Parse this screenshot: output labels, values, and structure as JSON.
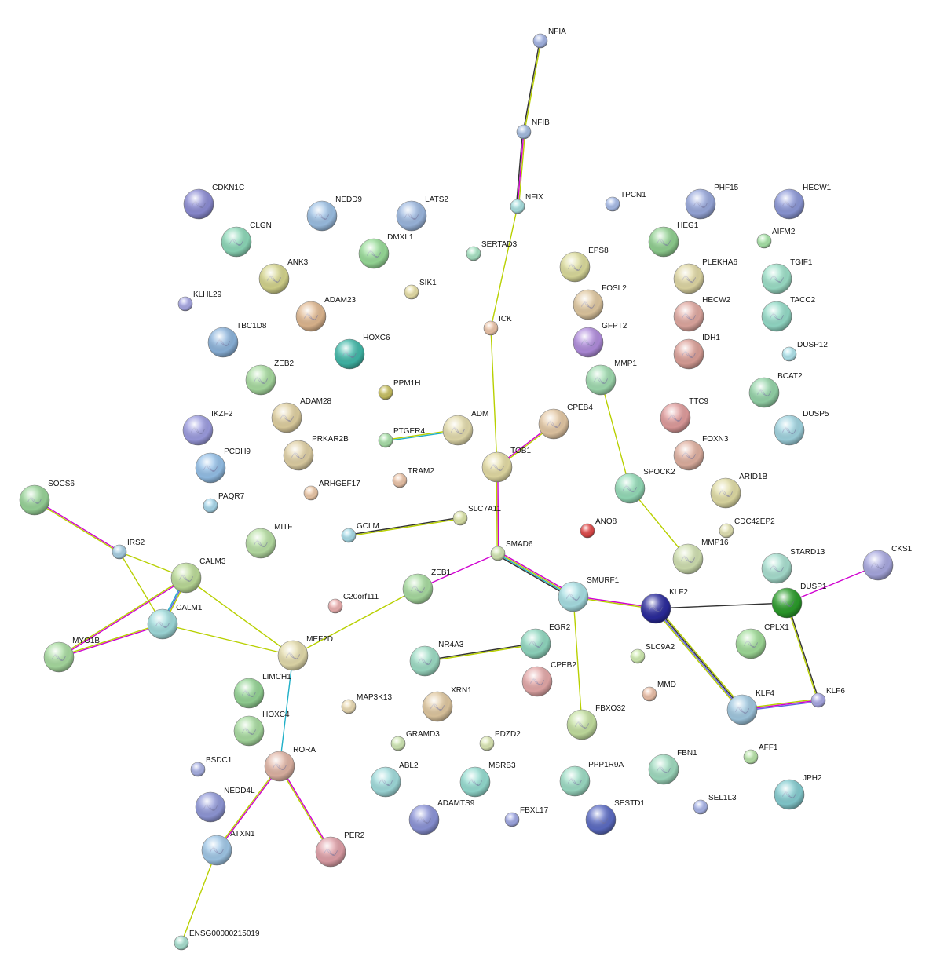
{
  "network": {
    "nodes": [
      {
        "id": "NFIA",
        "color": "#a4b4e4"
      },
      {
        "id": "NFIB",
        "color": "#a4bce0"
      },
      {
        "id": "NFIX",
        "color": "#a8e0e0"
      },
      {
        "id": "TPCN1",
        "color": "#a8bce8"
      },
      {
        "id": "CDKN1C",
        "color": "#8c8cd4"
      },
      {
        "id": "NEDD9",
        "color": "#9cc0e4"
      },
      {
        "id": "LATS2",
        "color": "#9cb8e0"
      },
      {
        "id": "PHF15",
        "color": "#98a8dc"
      },
      {
        "id": "HECW1",
        "color": "#8c98d8"
      },
      {
        "id": "CLGN",
        "color": "#8cd8b8"
      },
      {
        "id": "DMXL1",
        "color": "#98dc98"
      },
      {
        "id": "HEG1",
        "color": "#90d090"
      },
      {
        "id": "AIFM2",
        "color": "#a8e4a8"
      },
      {
        "id": "SERTAD3",
        "color": "#a8e4c4"
      },
      {
        "id": "EPS8",
        "color": "#dcdc9c"
      },
      {
        "id": "ANK3",
        "color": "#d4d48c"
      },
      {
        "id": "PLEKHA6",
        "color": "#e0d8a4"
      },
      {
        "id": "TGIF1",
        "color": "#9ce0c8"
      },
      {
        "id": "KLHL29",
        "color": "#a8a8e4"
      },
      {
        "id": "SIK1",
        "color": "#e8e0a8"
      },
      {
        "id": "FOSL2",
        "color": "#e0c8a0"
      },
      {
        "id": "ADAM23",
        "color": "#e0b890"
      },
      {
        "id": "HECW2",
        "color": "#e0a8a0"
      },
      {
        "id": "TACC2",
        "color": "#94dcc8"
      },
      {
        "id": "ICK",
        "color": "#ecc4a8"
      },
      {
        "id": "TBC1D8",
        "color": "#8cb4dc"
      },
      {
        "id": "GFPT2",
        "color": "#b08cdc"
      },
      {
        "id": "IDH1",
        "color": "#dca098"
      },
      {
        "id": "HOXC6",
        "color": "#40b8a8"
      },
      {
        "id": "DUSP12",
        "color": "#b0e4ec"
      },
      {
        "id": "ZEB2",
        "color": "#a8dca0"
      },
      {
        "id": "MMP1",
        "color": "#a0dcb0"
      },
      {
        "id": "BCAT2",
        "color": "#94d4a8"
      },
      {
        "id": "PPM1H",
        "color": "#c8c060"
      },
      {
        "id": "ADAM28",
        "color": "#e0d0a0"
      },
      {
        "id": "TTC9",
        "color": "#e09c9c"
      },
      {
        "id": "CPEB4",
        "color": "#e4c8a4"
      },
      {
        "id": "IKZF2",
        "color": "#9c9ce0"
      },
      {
        "id": "DUSP5",
        "color": "#a0d4e0"
      },
      {
        "id": "ADM",
        "color": "#e4dcac"
      },
      {
        "id": "PTGER4",
        "color": "#a8e0a8"
      },
      {
        "id": "PCDH9",
        "color": "#94c0e8"
      },
      {
        "id": "PRKAR2B",
        "color": "#e0d0a4"
      },
      {
        "id": "TOB1",
        "color": "#e4dca4"
      },
      {
        "id": "FOXN3",
        "color": "#e0b0a0"
      },
      {
        "id": "SOCS6",
        "color": "#98d498"
      },
      {
        "id": "ARHGEF17",
        "color": "#ecc8a8"
      },
      {
        "id": "TRAM2",
        "color": "#ecc4a8"
      },
      {
        "id": "SPOCK2",
        "color": "#94dcb8"
      },
      {
        "id": "ARID1B",
        "color": "#e0dca4"
      },
      {
        "id": "PAQR7",
        "color": "#a8d8ec"
      },
      {
        "id": "SLC7A11",
        "color": "#dce4a8"
      },
      {
        "id": "CDC42EP2",
        "color": "#e4e4b4"
      },
      {
        "id": "GCLM",
        "color": "#a8dce8"
      },
      {
        "id": "ANO8",
        "color": "#e04848"
      },
      {
        "id": "MITF",
        "color": "#b8e0a4"
      },
      {
        "id": "IRS2",
        "color": "#a8d0e4"
      },
      {
        "id": "SMAD6",
        "color": "#d0e4b0"
      },
      {
        "id": "MMP16",
        "color": "#d0e0b0"
      },
      {
        "id": "STARD13",
        "color": "#a8e0d0"
      },
      {
        "id": "CKS1",
        "color": "#a8a8e0"
      },
      {
        "id": "CALM3",
        "color": "#bcdc98"
      },
      {
        "id": "ZEB1",
        "color": "#a8dca0"
      },
      {
        "id": "SMURF1",
        "color": "#a8e0e4"
      },
      {
        "id": "KLF2",
        "color": "#2a2a9c"
      },
      {
        "id": "DUSP1",
        "color": "#2a9c2a"
      },
      {
        "id": "C20orf111",
        "color": "#ecb0b0"
      },
      {
        "id": "CALM1",
        "color": "#a0dcdc"
      },
      {
        "id": "EGR2",
        "color": "#90d8c0"
      },
      {
        "id": "MYO1B",
        "color": "#a8dca0"
      },
      {
        "id": "MEF2D",
        "color": "#e4dcac"
      },
      {
        "id": "CPLX1",
        "color": "#a0dc98"
      },
      {
        "id": "NR4A3",
        "color": "#9cdcc4"
      },
      {
        "id": "SLC9A2",
        "color": "#d0ecb0"
      },
      {
        "id": "CPEB2",
        "color": "#e4a8a8"
      },
      {
        "id": "LIMCH1",
        "color": "#94d494"
      },
      {
        "id": "MMD",
        "color": "#ecc0a8"
      },
      {
        "id": "MAP3K13",
        "color": "#ecdcb4"
      },
      {
        "id": "XRN1",
        "color": "#e0c8a0"
      },
      {
        "id": "KLF4",
        "color": "#a0c8e0"
      },
      {
        "id": "KLF6",
        "color": "#a8a8e4"
      },
      {
        "id": "HOXC4",
        "color": "#a8dca0"
      },
      {
        "id": "FBXO32",
        "color": "#c4e0a0"
      },
      {
        "id": "GRAMD3",
        "color": "#d0e8b4"
      },
      {
        "id": "PDZD2",
        "color": "#dce8b4"
      },
      {
        "id": "RORA",
        "color": "#e0b4a4"
      },
      {
        "id": "AFF1",
        "color": "#b8e4a8"
      },
      {
        "id": "BSDC1",
        "color": "#a8b0e4"
      },
      {
        "id": "FBN1",
        "color": "#a0dcc0"
      },
      {
        "id": "ABL2",
        "color": "#a0dcdc"
      },
      {
        "id": "MSRB3",
        "color": "#94dcd0"
      },
      {
        "id": "PPP1R9A",
        "color": "#9cdcc4"
      },
      {
        "id": "JPH2",
        "color": "#84ccd0"
      },
      {
        "id": "NEDD4L",
        "color": "#9098d8"
      },
      {
        "id": "SEL1L3",
        "color": "#a8b4e8"
      },
      {
        "id": "ADAMTS9",
        "color": "#8c94d8"
      },
      {
        "id": "FBXL17",
        "color": "#a0a8e4"
      },
      {
        "id": "SESTD1",
        "color": "#5c6cc4"
      },
      {
        "id": "ATXN1",
        "color": "#a0c8e8"
      },
      {
        "id": "PER2",
        "color": "#e0a0a8"
      },
      {
        "id": "ENSG00000215019",
        "color": "#a8e0d0"
      }
    ],
    "edges": [
      {
        "source": "NFIA",
        "target": "NFIB",
        "colors": [
          "#b8d000",
          "#333333"
        ]
      },
      {
        "source": "NFIB",
        "target": "NFIX",
        "colors": [
          "#b8d000",
          "#d000d0",
          "#333333"
        ]
      },
      {
        "source": "NFIX",
        "target": "ICK",
        "colors": [
          "#b8d000"
        ]
      },
      {
        "source": "ICK",
        "target": "TOB1",
        "colors": [
          "#b8d000"
        ]
      },
      {
        "source": "TOB1",
        "target": "CPEB4",
        "colors": [
          "#d000d0",
          "#b8d000"
        ]
      },
      {
        "source": "TOB1",
        "target": "SMAD6",
        "colors": [
          "#d000d0",
          "#b8d000"
        ]
      },
      {
        "source": "PTGER4",
        "target": "ADM",
        "colors": [
          "#b8d000",
          "#20b0c8"
        ]
      },
      {
        "source": "GCLM",
        "target": "SLC7A11",
        "colors": [
          "#333333",
          "#b8d000"
        ]
      },
      {
        "source": "MMP1",
        "target": "SPOCK2",
        "colors": [
          "#b8d000"
        ]
      },
      {
        "source": "SPOCK2",
        "target": "MMP16",
        "colors": [
          "#b8d000"
        ]
      },
      {
        "source": "SMAD6",
        "target": "ZEB1",
        "colors": [
          "#d000d0"
        ]
      },
      {
        "source": "SMAD6",
        "target": "SMURF1",
        "colors": [
          "#d000d0",
          "#b8d000",
          "#20b0c8",
          "#333333"
        ]
      },
      {
        "source": "SMURF1",
        "target": "KLF2",
        "colors": [
          "#d000d0",
          "#b8d000"
        ]
      },
      {
        "source": "SMURF1",
        "target": "FBXO32",
        "colors": [
          "#b8d000"
        ]
      },
      {
        "source": "ZEB1",
        "target": "MEF2D",
        "colors": [
          "#b8d000"
        ]
      },
      {
        "source": "KLF2",
        "target": "DUSP1",
        "colors": [
          "#333333"
        ]
      },
      {
        "source": "KLF2",
        "target": "KLF4",
        "colors": [
          "#b8d000",
          "#333333",
          "#6060e0",
          "#b8d000"
        ]
      },
      {
        "source": "DUSP1",
        "target": "CKS1",
        "colors": [
          "#d000d0"
        ]
      },
      {
        "source": "DUSP1",
        "target": "KLF6",
        "colors": [
          "#333333",
          "#b8d000"
        ]
      },
      {
        "source": "KLF4",
        "target": "KLF6",
        "colors": [
          "#b8d000",
          "#d000d0",
          "#6060e0"
        ]
      },
      {
        "source": "NR4A3",
        "target": "EGR2",
        "colors": [
          "#333333",
          "#b8d000"
        ]
      },
      {
        "source": "SOCS6",
        "target": "IRS2",
        "colors": [
          "#d000d0",
          "#b8d000"
        ]
      },
      {
        "source": "IRS2",
        "target": "CALM3",
        "colors": [
          "#b8d000"
        ]
      },
      {
        "source": "IRS2",
        "target": "CALM1",
        "colors": [
          "#b8d000"
        ]
      },
      {
        "source": "CALM3",
        "target": "CALM1",
        "colors": [
          "#b8d000",
          "#6060e0",
          "#20b0c8"
        ]
      },
      {
        "source": "CALM3",
        "target": "MYO1B",
        "colors": [
          "#d000d0",
          "#b8d000"
        ]
      },
      {
        "source": "CALM1",
        "target": "MYO1B",
        "colors": [
          "#d000d0",
          "#b8d000"
        ]
      },
      {
        "source": "CALM3",
        "target": "MEF2D",
        "colors": [
          "#b8d000"
        ]
      },
      {
        "source": "CALM1",
        "target": "MEF2D",
        "colors": [
          "#b8d000"
        ]
      },
      {
        "source": "MEF2D",
        "target": "RORA",
        "colors": [
          "#20b0c8"
        ]
      },
      {
        "source": "RORA",
        "target": "ATXN1",
        "colors": [
          "#d000d0",
          "#b8d000"
        ]
      },
      {
        "source": "RORA",
        "target": "PER2",
        "colors": [
          "#d000d0",
          "#b8d000"
        ]
      },
      {
        "source": "ATXN1",
        "target": "ENSG00000215019",
        "colors": [
          "#b8d000"
        ]
      }
    ]
  }
}
